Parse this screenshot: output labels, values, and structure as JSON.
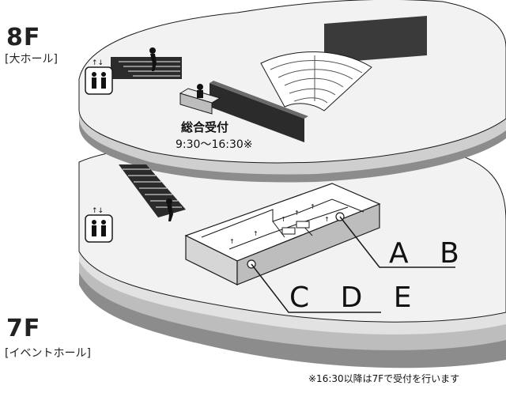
{
  "floors": [
    {
      "number": "8F",
      "name": "[大ホール]"
    },
    {
      "number": "7F",
      "name": "[イベントホール]"
    }
  ],
  "reception": {
    "title": "総合受付",
    "hours": "9:30〜16:30※"
  },
  "rooms": {
    "ab_label": "A B",
    "cde_label": "C D E"
  },
  "footnote": "※16:30以降は7Fで受付を行います",
  "icons": [
    "elevator-icon",
    "person-icon",
    "stairs-icon"
  ],
  "colors": {
    "floor_top": "#f0f0f0",
    "floor_band_dark": "#8c8c8c",
    "floor_band_mid": "#bdbdbd",
    "outline": "#1a1a1a",
    "dark_block": "#2b2b2b"
  }
}
